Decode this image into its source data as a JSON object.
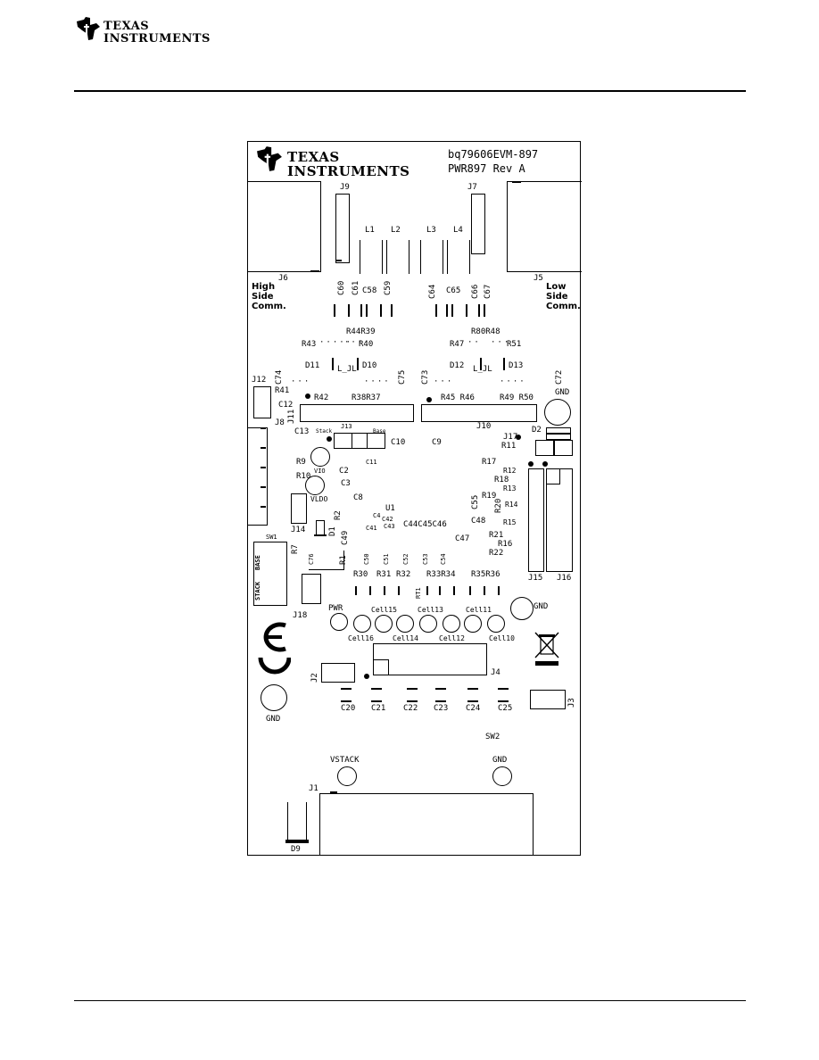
{
  "header": {
    "brand_line1": "Texas",
    "brand_line2": "Instruments"
  },
  "board": {
    "brand_line1": "Texas",
    "brand_line2": "Instruments",
    "model": "bq79606EVM-897",
    "revision": "PWR897  Rev A",
    "connectors": {
      "j9": "J9",
      "j7": "J7",
      "j6": "J6",
      "j5": "J5",
      "j12": "J12",
      "j11": "J11",
      "j8": "J8",
      "j10": "J10",
      "j13": "J13",
      "j14": "J14",
      "j15": "J15",
      "j16": "J16",
      "j17": "J17",
      "j18": "J18",
      "j2": "J2",
      "j4": "J4",
      "j3": "J3",
      "j1": "J1"
    },
    "comm_high": [
      "High",
      "Side",
      "Comm."
    ],
    "comm_low": [
      "Low",
      "Side",
      "Comm."
    ],
    "inductors": [
      "L1",
      "L2",
      "L3",
      "L4"
    ],
    "caps_top_left": [
      "C60",
      "C61",
      "C58",
      "C59"
    ],
    "caps_top_right": [
      "C64",
      "C65",
      "C66",
      "C67"
    ],
    "res_left_row1": "R44R39",
    "res_left_row2_a": "R43",
    "res_left_row2_b": "R40",
    "res_right_row1": "R80R48",
    "res_right_row2_a": "R47",
    "res_right_row2_b": "R51",
    "diodes": [
      "D11",
      "D10",
      "D12",
      "D13"
    ],
    "caps_mid": [
      "C74",
      "C75",
      "C73",
      "C72"
    ],
    "r41": "R41",
    "c12": "C12",
    "r42": "R42",
    "r38r37": "R38R37",
    "r45r46": "R45 R46",
    "r49r50": "R49 R50",
    "gnd": "GND",
    "d2": "D2",
    "c13": "C13",
    "j13_left": "Stack",
    "j13_right": "Base",
    "c10": "C10",
    "c9": "C9",
    "r11": "R11",
    "r9": "R9",
    "c2": "C2",
    "c11": "C11",
    "r17": "R17",
    "r12": "R12",
    "r18": "R18",
    "r13": "R13",
    "r10": "R10",
    "vio": "VIO",
    "c3": "C3",
    "vldo": "VLDO",
    "c8": "C8",
    "r19": "R19",
    "r14": "R14",
    "r20": "R20",
    "c55": "C55",
    "r2": "R2",
    "u1": "U1",
    "c4": "C4",
    "c42": "C42",
    "c48": "C48",
    "r15": "R15",
    "c41": "C41",
    "c43": "C43",
    "c44c45c46": "C44C45C46",
    "d1": "D1",
    "c49": "C49",
    "c47": "C47",
    "r21": "R21",
    "r16": "R16",
    "sw1": "SW1",
    "base": "BASE",
    "stack": "STACK",
    "r7": "R7",
    "c76": "C76",
    "r1": "R1",
    "c50": "C50",
    "c51": "C51",
    "c52": "C52",
    "c53": "C53",
    "c54": "C54",
    "r22": "R22",
    "r30": "R30",
    "r31": "R31",
    "r32": "R32",
    "r33r34": "R33R34",
    "r35r36": "R35R36",
    "rt1": "RT1",
    "pwr": "PWR",
    "cells_top": [
      "Cell15",
      "Cell13",
      "Cell11"
    ],
    "cells_bottom": [
      "Cell16",
      "Cell14",
      "Cell12",
      "Cell10"
    ],
    "caps_bottom": [
      "C20",
      "C21",
      "C22",
      "C23",
      "C24",
      "C25"
    ],
    "sw2": "SW2",
    "vstack": "VSTACK",
    "d9": "D9"
  }
}
